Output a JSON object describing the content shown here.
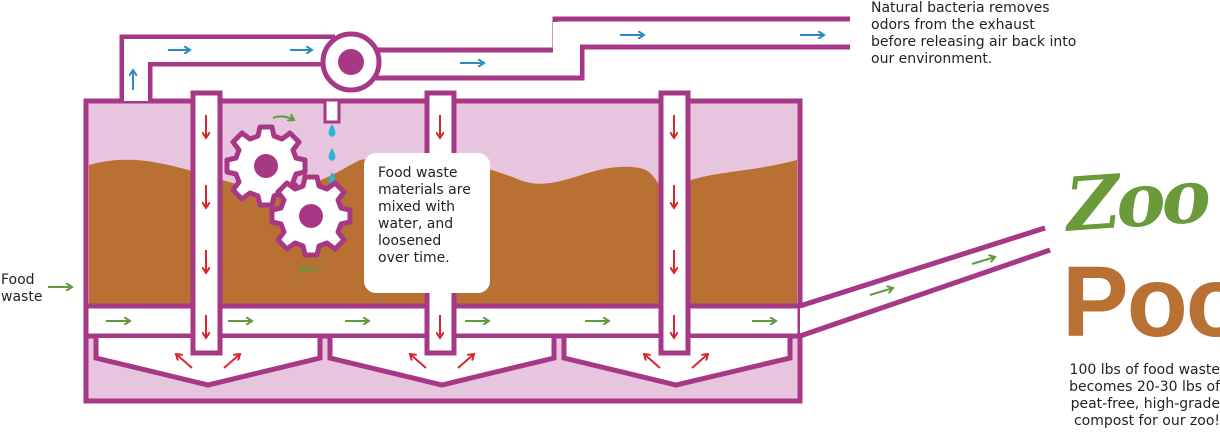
{
  "colors": {
    "pipe": "#a73885",
    "tank_fill": "#e8c5df",
    "compost": "#b87133",
    "air_arrow": "#2b8cbf",
    "waste_arrow": "#5e9b3c",
    "down_arrow": "#d6262e",
    "water_drop": "#2bb3d6",
    "logo_green": "#6a9a3a",
    "logo_brown": "#b87133"
  },
  "labels": {
    "exhaust_note": "Natural bacteria removes odors from the exhaust before releasing air back into our environment.",
    "food_waste": "Food waste",
    "mix_note": "Food waste materials are mixed with water, and loosened over time.",
    "result_note": "100 lbs of food waste becomes 20-30 lbs of peat-free, high-grade compost for our zoo!"
  },
  "logo": {
    "line1": "Zoo",
    "line2": "Poo"
  },
  "icons": [
    "gear-icon",
    "fan-icon",
    "water-drop-icon",
    "arrow-icon"
  ]
}
